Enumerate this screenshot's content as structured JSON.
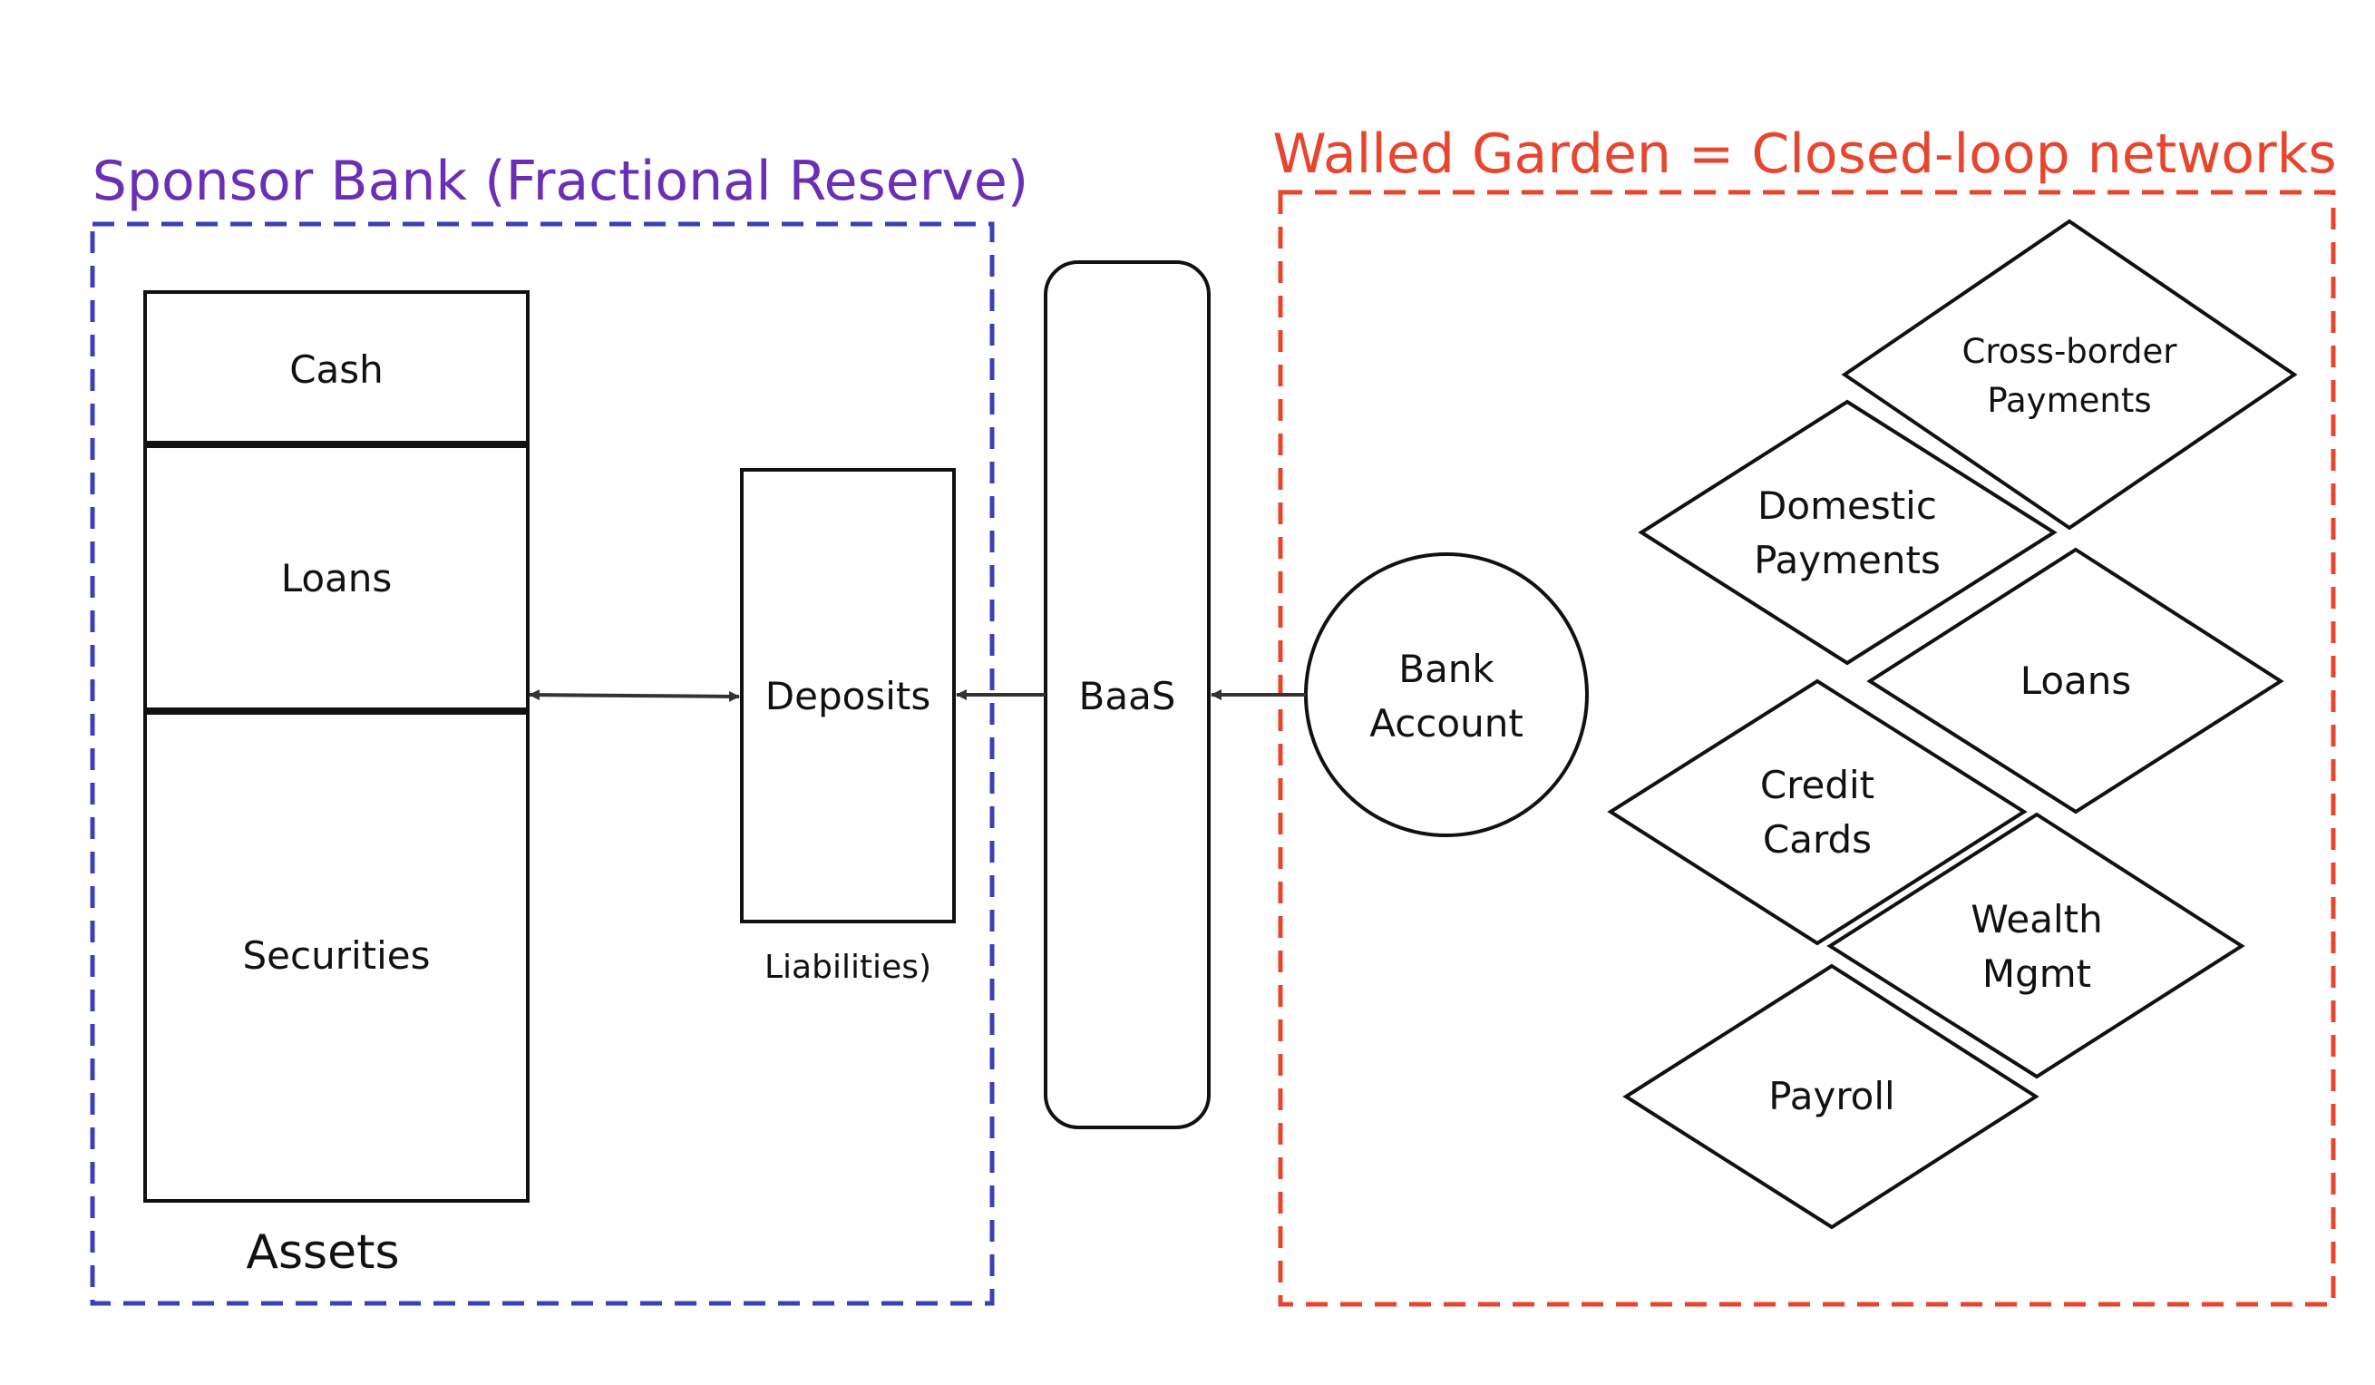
{
  "colors": {
    "sponsor_border": "#3b3fb8",
    "sponsor_title": "#6a2fb5",
    "walled_border": "#e8452f",
    "walled_title": "#e8452f",
    "stroke": "#111111"
  },
  "sponsor_bank": {
    "title": "Sponsor Bank (Fractional Reserve)",
    "assets": {
      "rows": [
        "Cash",
        "Loans",
        "Securities"
      ],
      "caption": "Assets"
    },
    "liabilities": {
      "box_label": "Deposits",
      "caption": "Liabilities)"
    }
  },
  "baas": {
    "label": "BaaS"
  },
  "walled_garden": {
    "title": "Walled Garden = Closed-loop networks",
    "bank_account": {
      "line1": "Bank",
      "line2": "Account"
    },
    "products": [
      {
        "line1": "Cross-border",
        "line2": "Payments"
      },
      {
        "line1": "Domestic",
        "line2": "Payments"
      },
      {
        "line1": "Loans",
        "line2": ""
      },
      {
        "line1": "Credit",
        "line2": "Cards"
      },
      {
        "line1": "Wealth",
        "line2": "Mgmt"
      },
      {
        "line1": "Payroll",
        "line2": ""
      }
    ]
  }
}
